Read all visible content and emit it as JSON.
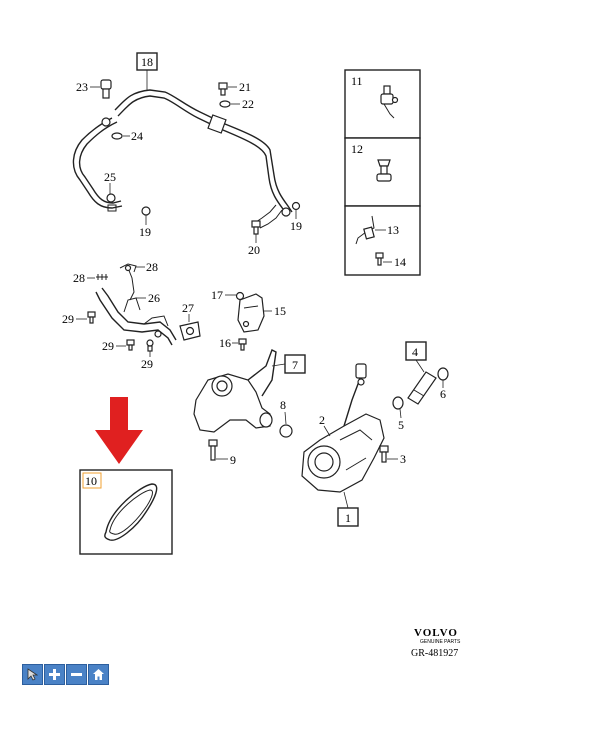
{
  "diagram": {
    "part_numbers": {
      "p1": "1",
      "p2": "2",
      "p3": "3",
      "p4": "4",
      "p5": "5",
      "p6": "6",
      "p7": "7",
      "p8": "8",
      "p9": "9",
      "p10": "10",
      "p11": "11",
      "p12": "12",
      "p13": "13",
      "p14": "14",
      "p15": "15",
      "p16": "16",
      "p17": "17",
      "p18": "18",
      "p19a": "19",
      "p19b": "19",
      "p20": "20",
      "p21": "21",
      "p22": "22",
      "p23": "23",
      "p24": "24",
      "p25": "25",
      "p26": "26",
      "p27": "27",
      "p28a": "28",
      "p28b": "28",
      "p29a": "29",
      "p29b": "29",
      "p29c": "29"
    },
    "highlight_color": "#e02020",
    "highlight_box_color": "#f0a030"
  },
  "brand": {
    "name": "VOLVO",
    "tagline": "GENUINE PARTS",
    "reference": "GR-481927"
  },
  "toolbar": {
    "buttons": [
      {
        "name": "select-tool-button",
        "icon": "cursor-icon"
      },
      {
        "name": "zoom-in-button",
        "icon": "plus-icon"
      },
      {
        "name": "zoom-out-button",
        "icon": "minus-icon"
      },
      {
        "name": "home-button",
        "icon": "home-icon"
      }
    ],
    "color": "#4a82c6"
  }
}
